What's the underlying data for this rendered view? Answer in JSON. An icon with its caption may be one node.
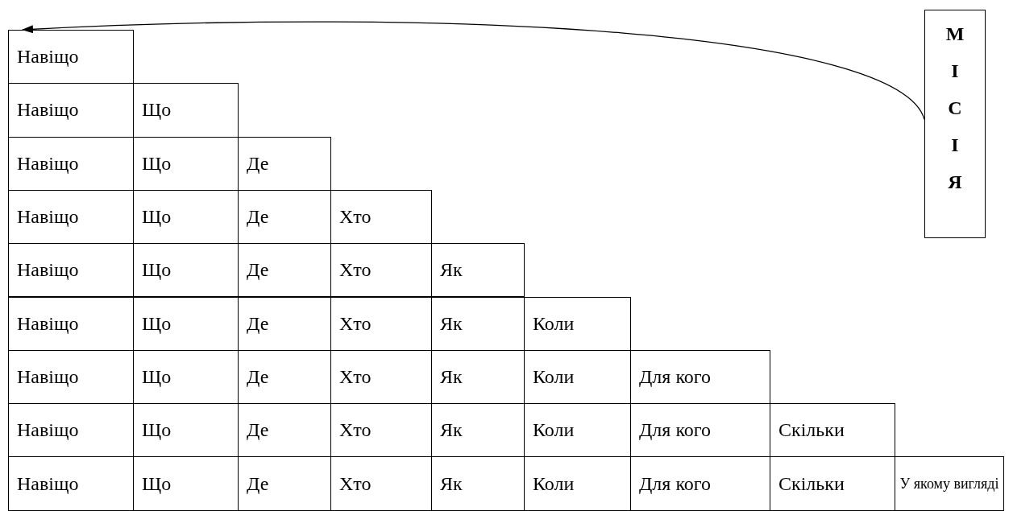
{
  "diagram": {
    "nodes": [
      {
        "text": [
          "Навіщо"
        ]
      },
      {
        "text": [
          "Навіщо"
        ]
      },
      {
        "text": [
          "Що"
        ]
      },
      {
        "text": [
          "Навіщо"
        ]
      },
      {
        "text": [
          "Що"
        ]
      },
      {
        "text": [
          "Де"
        ]
      },
      {
        "text": [
          "Навіщо"
        ]
      },
      {
        "text": [
          "Що"
        ]
      },
      {
        "text": [
          "Де"
        ]
      },
      {
        "text": [
          "Хто"
        ]
      },
      {
        "text": [
          "Навіщо"
        ]
      },
      {
        "text": [
          "Що"
        ]
      },
      {
        "text": [
          "Де"
        ]
      },
      {
        "text": [
          "Хто"
        ]
      },
      {
        "text": [
          "Як"
        ]
      },
      {
        "text": [
          "Навіщо"
        ]
      },
      {
        "text": [
          "Що"
        ]
      },
      {
        "text": [
          "Де"
        ]
      },
      {
        "text": [
          "Хто"
        ]
      },
      {
        "text": [
          "Як"
        ]
      },
      {
        "text": [
          "Коли"
        ]
      },
      {
        "text": [
          "Навіщо"
        ]
      },
      {
        "text": [
          "Що"
        ]
      },
      {
        "text": [
          "Де"
        ]
      },
      {
        "text": [
          "Хто"
        ]
      },
      {
        "text": [
          "Як"
        ]
      },
      {
        "text": [
          "Коли"
        ]
      },
      {
        "text": [
          "Для кого"
        ]
      },
      {
        "text": [
          "Навіщо"
        ]
      },
      {
        "text": [
          "Що"
        ]
      },
      {
        "text": [
          "Де"
        ]
      },
      {
        "text": [
          "Хто"
        ]
      },
      {
        "text": [
          "Як"
        ]
      },
      {
        "text": [
          "Коли"
        ]
      },
      {
        "text": [
          "Для кого"
        ]
      },
      {
        "text": [
          "Скільки"
        ]
      },
      {
        "text": [
          "Навіщо"
        ]
      },
      {
        "text": [
          "Що"
        ]
      },
      {
        "text": [
          "Де"
        ]
      },
      {
        "text": [
          "Хто"
        ]
      },
      {
        "text": [
          "Як"
        ]
      },
      {
        "text": [
          "Коли"
        ]
      },
      {
        "text": [
          "Для кого"
        ]
      },
      {
        "text": [
          "Скільки"
        ]
      },
      {
        "text": [
          "У якому вигляді"
        ]
      },
      {
        "text": [
          "МІСІЯ"
        ]
      }
    ],
    "edges": [
      {
        "from": 45,
        "to": 0,
        "arrow": "to"
      }
    ]
  }
}
